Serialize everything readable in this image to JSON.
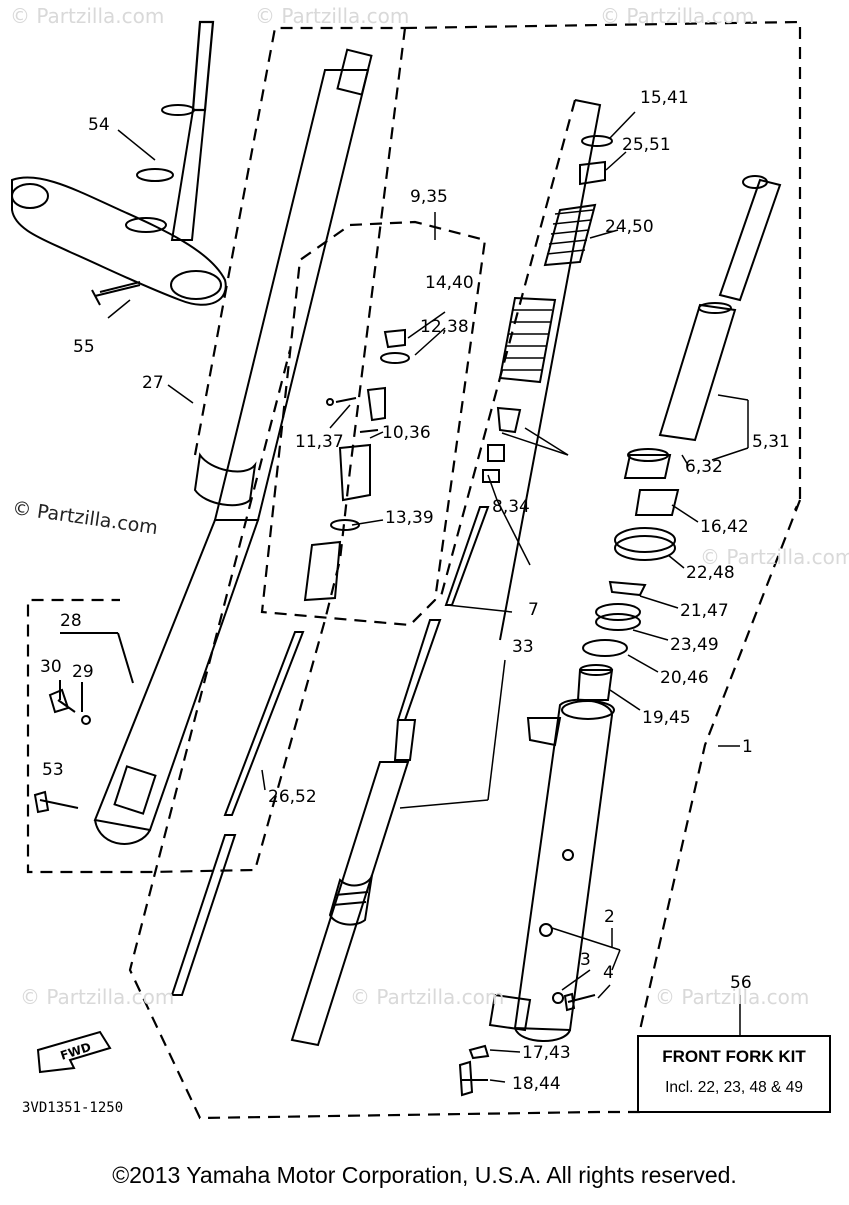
{
  "diagram": {
    "drawing_code": "3VD1351-1250",
    "fwd_label": "FWD",
    "kit": {
      "number": "56",
      "title": "FRONT FORK KIT",
      "note": "Incl. 22, 23, 48 & 49"
    },
    "callouts": [
      {
        "id": "p54",
        "text": "54"
      },
      {
        "id": "p55",
        "text": "55"
      },
      {
        "id": "p27",
        "text": "27"
      },
      {
        "id": "p28",
        "text": "28"
      },
      {
        "id": "p30",
        "text": "30"
      },
      {
        "id": "p29",
        "text": "29"
      },
      {
        "id": "p53",
        "text": "53"
      },
      {
        "id": "p935",
        "text": "9,35"
      },
      {
        "id": "p1440",
        "text": "14,40"
      },
      {
        "id": "p1238",
        "text": "12,38"
      },
      {
        "id": "p1137",
        "text": "11,37"
      },
      {
        "id": "p1036",
        "text": "10,36"
      },
      {
        "id": "p1339",
        "text": "13,39"
      },
      {
        "id": "p2652",
        "text": "26,52"
      },
      {
        "id": "p1541",
        "text": "15,41"
      },
      {
        "id": "p2551",
        "text": "25,51"
      },
      {
        "id": "p2450",
        "text": "24,50"
      },
      {
        "id": "p834",
        "text": "8,34"
      },
      {
        "id": "p7",
        "text": "7"
      },
      {
        "id": "p33",
        "text": "33"
      },
      {
        "id": "p531",
        "text": "5,31"
      },
      {
        "id": "p632",
        "text": "6,32"
      },
      {
        "id": "p1642",
        "text": "16,42"
      },
      {
        "id": "p2248",
        "text": "22,48"
      },
      {
        "id": "p2147",
        "text": "21,47"
      },
      {
        "id": "p2349",
        "text": "23,49"
      },
      {
        "id": "p2046",
        "text": "20,46"
      },
      {
        "id": "p1945",
        "text": "19,45"
      },
      {
        "id": "p1",
        "text": "1"
      },
      {
        "id": "p2",
        "text": "2"
      },
      {
        "id": "p3",
        "text": "3"
      },
      {
        "id": "p4",
        "text": "4"
      },
      {
        "id": "p1743",
        "text": "17,43"
      },
      {
        "id": "p1844",
        "text": "18,44"
      }
    ]
  },
  "watermarks": {
    "brand": "© Partzilla.com",
    "short": "© Partzilla.com"
  },
  "footer": {
    "copyright": "©2013  Yamaha Motor Corporation, U.S.A. All rights reserved."
  }
}
